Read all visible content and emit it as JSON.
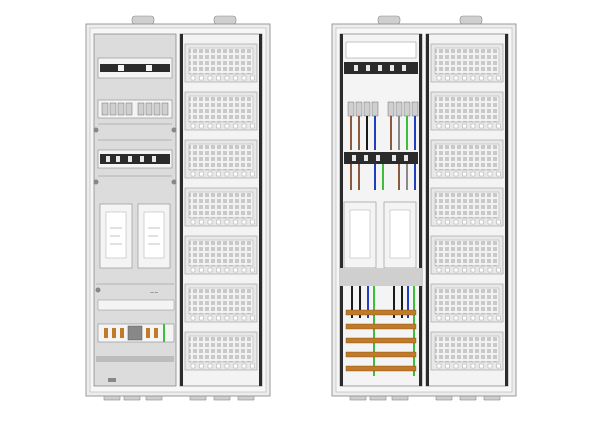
{
  "figure": {
    "kind": "electrical distribution cabinet illustration",
    "views": [
      "front-view-covered",
      "front-view-wired"
    ]
  },
  "colors": {
    "background": "#ffffff",
    "frame": "#e6e6e6",
    "frame_edge": "#9a9a9a",
    "panel_grey": "#cfcfcf",
    "rail_dark": "#2b2b2b",
    "module_fill": "#f2f2f2",
    "module_grid": "#bdbdbd",
    "wire_brown": "#8b5a3c",
    "wire_blue": "#1f3fbf",
    "wire_green": "#3cbf3c",
    "wire_grey": "#8a8a8a",
    "wire_black": "#1a1a1a",
    "busbar_copper": "#c07a2a"
  },
  "labels": {
    "small_tag": "−−"
  },
  "left_cabinet": {
    "module_rows": 7
  },
  "right_cabinet": {
    "module_rows": 7
  }
}
